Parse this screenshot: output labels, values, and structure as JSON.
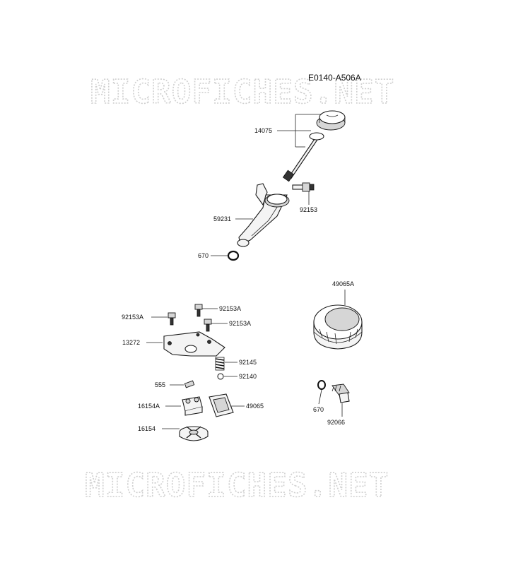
{
  "diagram": {
    "code": "E0140-A506A",
    "watermark_top": "MICROFICHES.NET",
    "watermark_bottom": "MICROFICHES.NET"
  },
  "parts": {
    "dipstick": "14075",
    "dipstick_bolt": "92153",
    "filler_tube": "59231",
    "tube_oring": "670",
    "oil_filter": "49065A",
    "bolt_a_left": "92153A",
    "bolt_a_top": "92153A",
    "bolt_a_right": "92153A",
    "relief_plate": "13272",
    "relief_spring": "92145",
    "relief_ball": "92140",
    "pin": "555",
    "inner_rotor": "16154A",
    "pump_gasket": "49065",
    "outer_rotor": "16154",
    "fitting_oring": "670",
    "fitting": "92066"
  }
}
